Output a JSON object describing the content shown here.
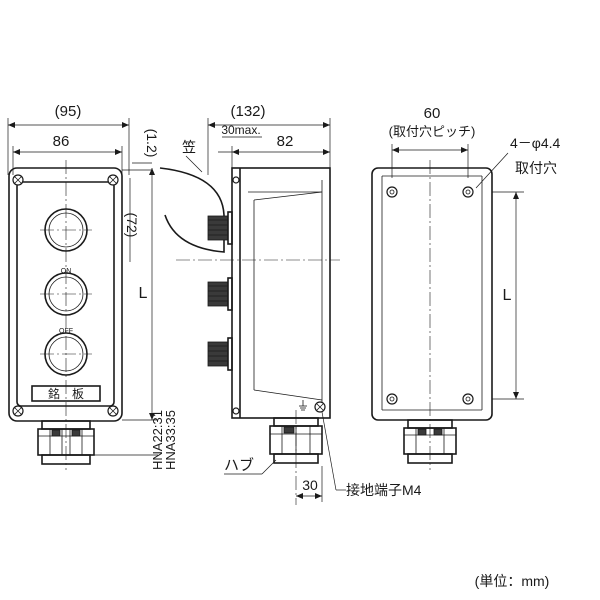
{
  "front_view": {
    "width_overall": "(95)",
    "width_body": "86",
    "gap": "(1.2)",
    "button_pitch": "(72)",
    "length_label": "L",
    "button2_label": "ON",
    "button3_label": "OFF",
    "nameplate": "銘　板",
    "hub_codes": [
      "HNA22:31",
      "HNA33:35"
    ]
  },
  "side_view": {
    "depth_overall": "(132)",
    "max_note": "30max.",
    "depth_body": "82",
    "cover_label": "笠",
    "hub_label": "ハブ",
    "hub_dim": "30",
    "ground_terminal": "接地端子M4"
  },
  "back_view": {
    "hole_pitch_value": "60",
    "hole_pitch_label": "(取付穴ピッチ)",
    "hole_spec": "4－φ4.4",
    "hole_label": "取付穴",
    "length_label": "L"
  },
  "unit_note": "(単位：mm)"
}
